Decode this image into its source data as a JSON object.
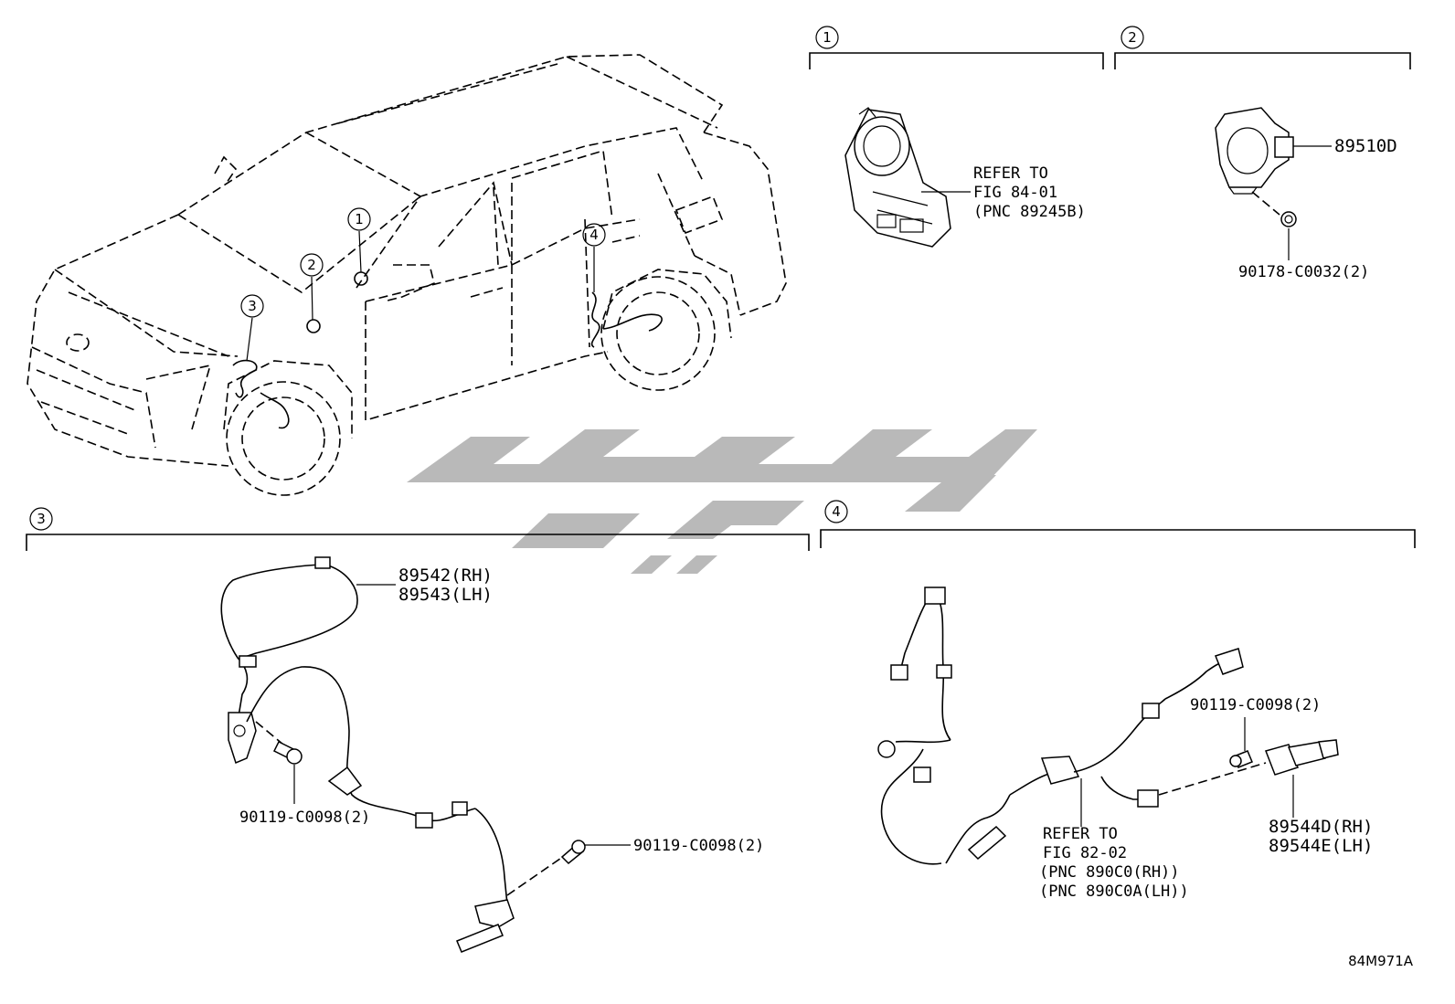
{
  "callouts": {
    "c1": "1",
    "c2": "2",
    "c3": "3",
    "c4": "4"
  },
  "section1": {
    "refer_line1": "REFER TO",
    "refer_line2": "FIG 84-01",
    "refer_line3": "(PNC 89245B)"
  },
  "section2": {
    "part_89510D": "89510D",
    "part_90178": "90178-C0032(2)"
  },
  "section3": {
    "part_rh": "89542(RH)",
    "part_lh": "89543(LH)",
    "bolt_a": "90119-C0098(2)",
    "bolt_b": "90119-C0098(2)"
  },
  "section4": {
    "bolt": "90119-C0098(2)",
    "sensor_rh": "89544D(RH)",
    "sensor_lh": "89544E(LH)",
    "refer_line1": "REFER TO",
    "refer_line2": "FIG 82-02",
    "refer_line3": "(PNC 890C0(RH))",
    "refer_line4": "(PNC 890C0A(LH))"
  },
  "figure_id": "84M971A"
}
